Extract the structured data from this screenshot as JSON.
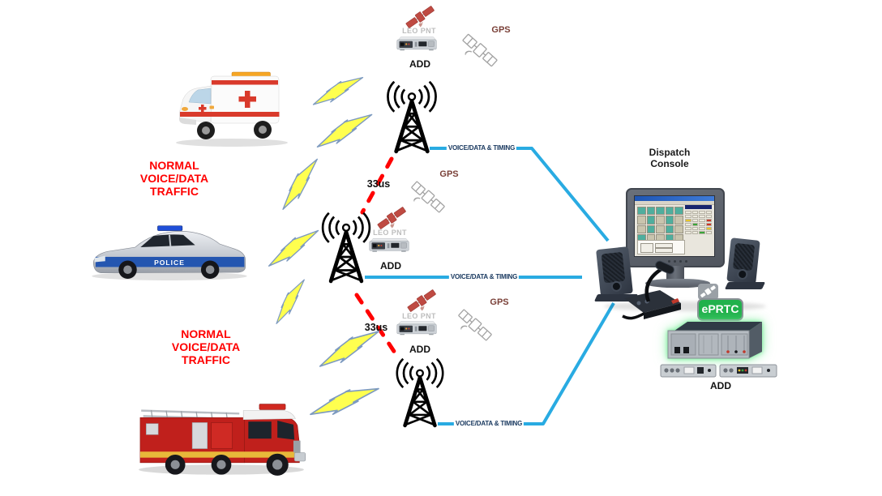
{
  "colors": {
    "traffic_text_red": "#ff0000",
    "link_line_blue": "#29abe2",
    "timing_text_navy": "#17375e",
    "gps_text_maroon": "#7a4038",
    "leo_pnt_text_gray": "#bdbdbd",
    "delay_dash_red": "#ff0000",
    "bolt_yellow": "#ffff4f",
    "eprtc_green": "#21b14c"
  },
  "traffic_labels": {
    "top": "NORMAL\nVOICE/DATA\nTRAFFIC",
    "bottom": "NORMAL\nVOICE/DATA\nTRAFFIC"
  },
  "vehicles": {
    "police_marking": "POLICE"
  },
  "radio_sites": {
    "top": {
      "leo_label": "LEO PNT",
      "device_label": "ADD",
      "gps_label": "GPS",
      "link_label": "VOICE/DATA & TIMING"
    },
    "middle": {
      "leo_label": "LEO PNT",
      "device_label": "ADD",
      "gps_label": "GPS",
      "link_label": "VOICE/DATA & TIMING"
    },
    "bottom": {
      "leo_label": "LEO PNT",
      "device_label": "ADD",
      "gps_label": "GPS",
      "link_label": "VOICE/DATA & TIMING"
    }
  },
  "timing_offsets": {
    "top_link": "33us",
    "bottom_link": "33us"
  },
  "dispatch": {
    "title": "Dispatch\nConsole",
    "eprtc_label": "ePRTC",
    "rack_label": "ADD"
  }
}
